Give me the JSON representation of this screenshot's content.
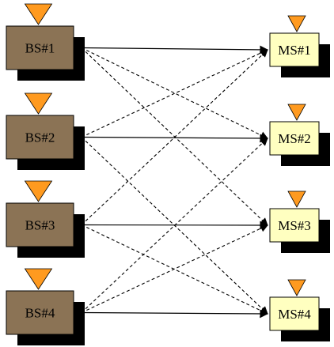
{
  "base_stations": [
    {
      "label": "BS#1"
    },
    {
      "label": "BS#2"
    },
    {
      "label": "BS#3"
    },
    {
      "label": "BS#4"
    }
  ],
  "mobile_stations": [
    {
      "label": "MS#1"
    },
    {
      "label": "MS#2"
    },
    {
      "label": "MS#3"
    },
    {
      "label": "MS#4"
    }
  ],
  "links": {
    "direct": [
      [
        1,
        1
      ],
      [
        2,
        2
      ],
      [
        3,
        3
      ],
      [
        4,
        4
      ]
    ],
    "interference": [
      [
        1,
        2
      ],
      [
        1,
        3
      ],
      [
        2,
        1
      ],
      [
        2,
        4
      ],
      [
        3,
        1
      ],
      [
        3,
        4
      ],
      [
        4,
        2
      ],
      [
        4,
        3
      ]
    ]
  },
  "colors": {
    "bs_fill": "#8b7355",
    "ms_fill": "#ffffc0",
    "shadow": "#000000",
    "antenna": "#ff9a1f",
    "line": "#000000"
  }
}
